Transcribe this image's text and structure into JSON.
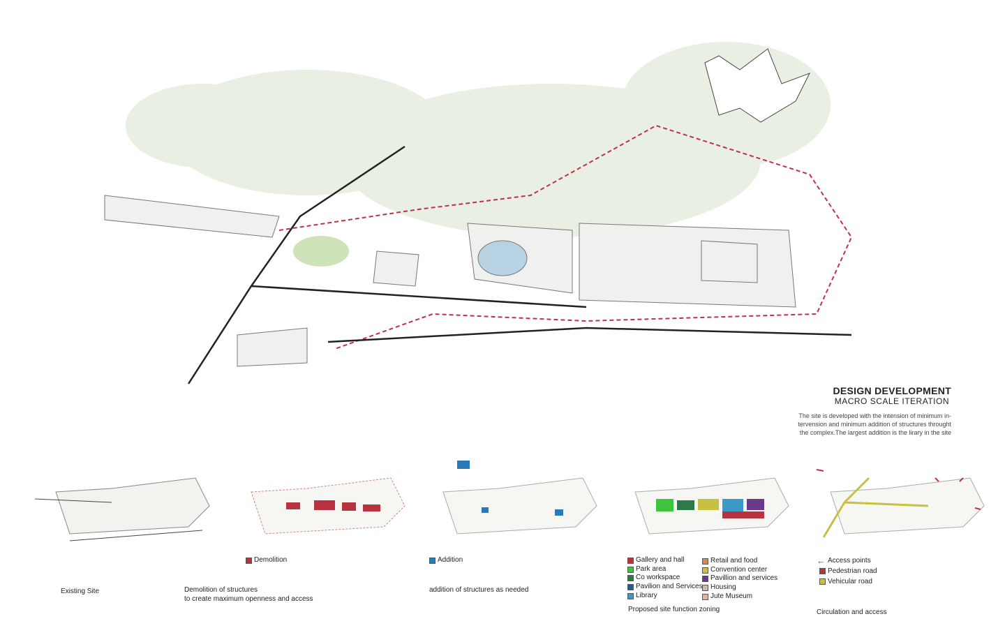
{
  "header": {
    "title": "DESIGN DEVELOPMENT",
    "subtitle": "MACRO SCALE ITERATION",
    "description": [
      "The site is developed with the intension of minimum in-",
      "tervension and minimum addition of structures throught",
      "the complex.The largest addition is the lirary in the site"
    ]
  },
  "panels": [
    {
      "caption": [
        "Existing Site"
      ]
    },
    {
      "caption": [
        "Demolition of structures",
        "to create maximum openness and access"
      ],
      "legend": [
        {
          "label": "Demolition",
          "color": "#b8323f"
        }
      ]
    },
    {
      "caption": [
        "addition of structures as needed"
      ],
      "legend": [
        {
          "label": "Addition",
          "color": "#2a7ab8"
        }
      ]
    },
    {
      "caption": [
        "Proposed site function zoning"
      ],
      "legend": [
        {
          "label": "Gallery and hall",
          "color": "#b8323f"
        },
        {
          "label": "Park area",
          "color": "#3ec43e"
        },
        {
          "label": "Co workspace",
          "color": "#2a7a4a"
        },
        {
          "label": "Pavilion and Services",
          "color": "#2a5a8a"
        },
        {
          "label": "Library",
          "color": "#3a9ac8"
        },
        {
          "label": "Retail and food",
          "color": "#d98850"
        },
        {
          "label": "Convention center",
          "color": "#c8c040"
        },
        {
          "label": "Pavillion and services",
          "color": "#6a3a8a"
        },
        {
          "label": "Housing",
          "color": "#c8bcb0"
        },
        {
          "label": "Jute Museum",
          "color": "#e8b0a0"
        }
      ]
    },
    {
      "caption": [
        "Circulation and access"
      ],
      "access_label": "Access points",
      "access_color": "#b8324a",
      "legend": [
        {
          "label": "Pedestrian road",
          "color": "#b8323f"
        },
        {
          "label": "Vehicular road",
          "color": "#c8c040"
        }
      ]
    }
  ]
}
